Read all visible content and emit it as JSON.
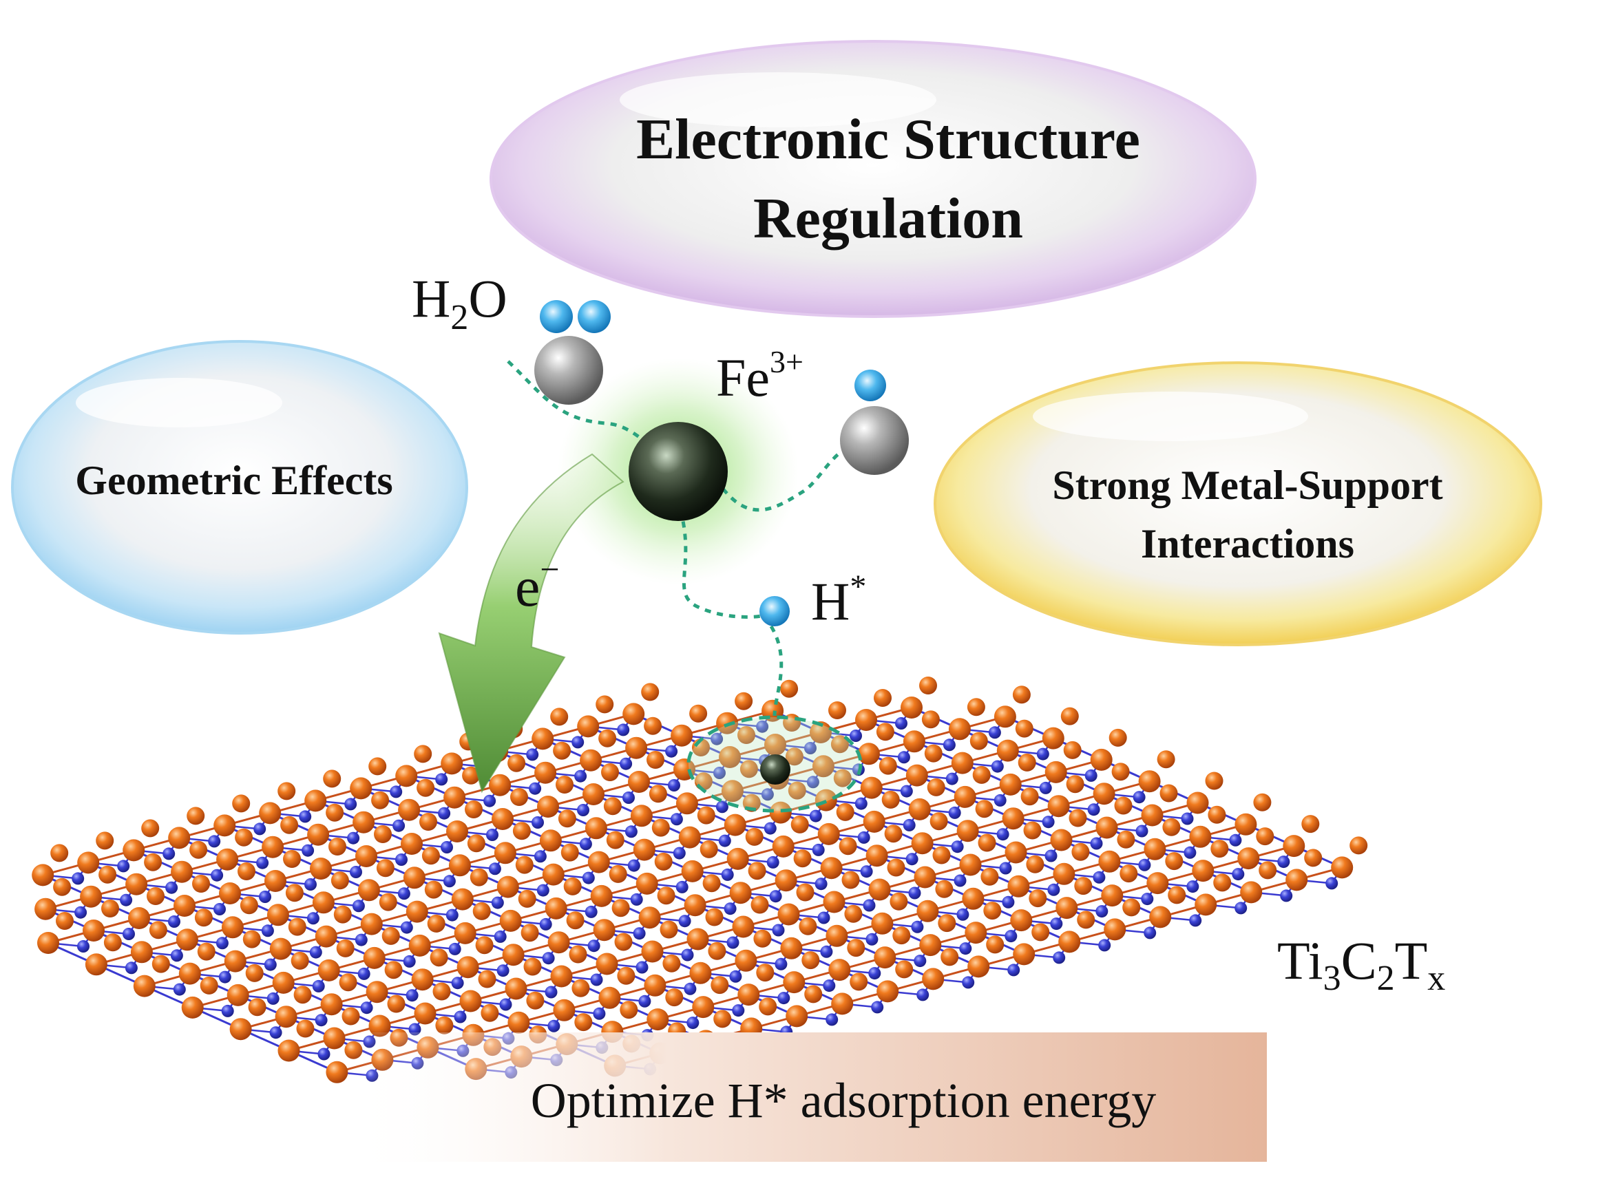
{
  "bubbles": {
    "top": {
      "line1": "Electronic Structure",
      "line2": "Regulation"
    },
    "left": {
      "label": "Geometric Effects"
    },
    "right": {
      "line1": "Strong Metal-Support",
      "line2": "Interactions"
    }
  },
  "labels": {
    "water": {
      "base": "H",
      "sub": "2",
      "tail": "O"
    },
    "iron": {
      "base": "Fe",
      "sup": "3+"
    },
    "electron": {
      "base": "e",
      "sup": "−"
    },
    "hydrogen": {
      "base": "H",
      "sup": "*"
    },
    "support": {
      "t1": "Ti",
      "s1": "3",
      "t2": "C",
      "s2": "2",
      "t3": "T",
      "s3": "x"
    }
  },
  "banner": {
    "text": "Optimize H* adsorption energy"
  },
  "colors": {
    "ti_atom": "#e0620f",
    "c_atom": "#2f38c8",
    "bond_ti": "#c8501a",
    "bond_c": "#3a3ad0",
    "fe_glow": "#7ed957",
    "arrow": "#6fa844",
    "dashed_link": "#2aa37f",
    "h_atom": "#33a8e8",
    "o_atom": "#9a9a9a",
    "banner": "#e8b79f"
  }
}
